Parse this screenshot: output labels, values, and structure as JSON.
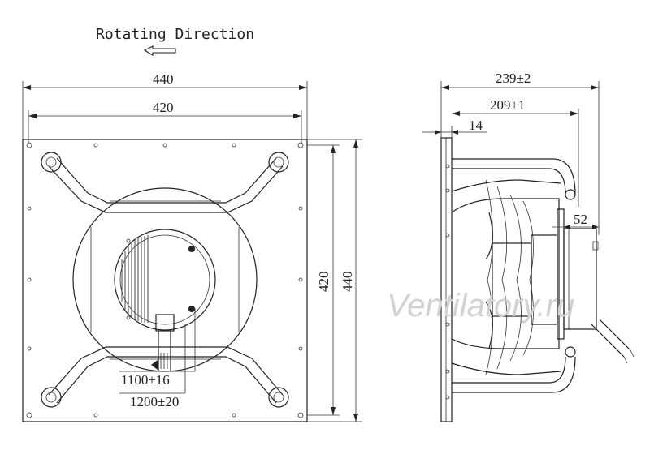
{
  "title": "Rotating Direction",
  "rotation_arrow": "left-arrow-icon",
  "front_view": {
    "width_outer": "440",
    "width_inner": "420",
    "height_inner": "420",
    "height_outer": "440",
    "cable_length_1": "1100±16",
    "cable_length_2": "1200±20"
  },
  "side_view": {
    "depth_total": "239±2",
    "depth_body": "209±1",
    "plate_thickness": "14",
    "motor_offset": "52"
  },
  "watermark": "Ventilatory.ru"
}
